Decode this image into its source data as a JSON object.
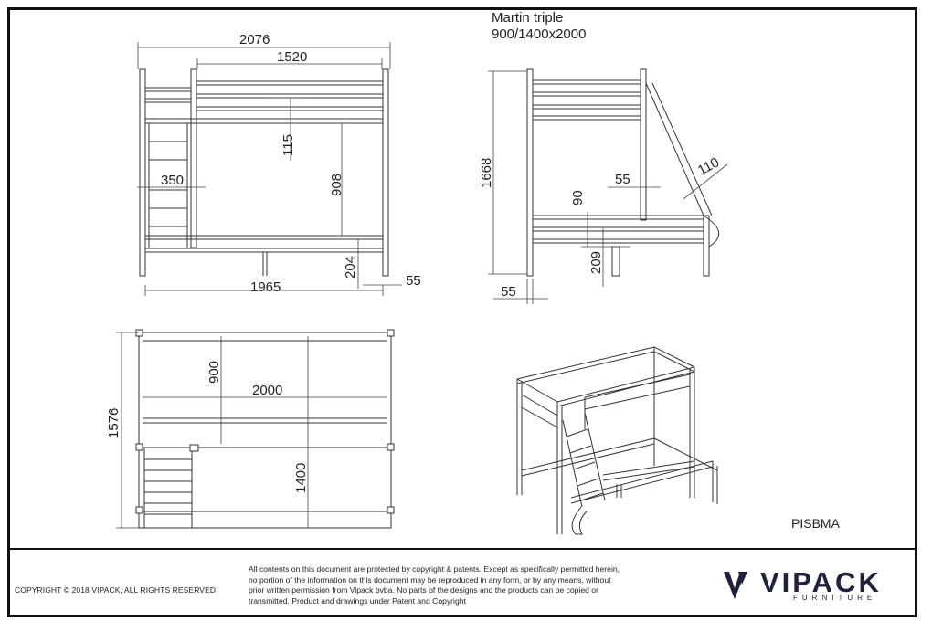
{
  "title": {
    "model": "Martin triple",
    "size": "900/1400x2000"
  },
  "dimensions": {
    "front_total_width": "2076",
    "front_top_width": "1520",
    "front_rail_gap": "115",
    "front_clearance": "908",
    "front_ladder_width": "350",
    "front_base_width": "1965",
    "front_lower_height": "204",
    "front_post": "55",
    "side_height": "1668",
    "side_post_inner": "55",
    "side_rail": "90",
    "side_ladder": "110",
    "side_lower": "209",
    "side_post": "55",
    "plan_depth": "1576",
    "plan_top_width": "900",
    "plan_length": "2000",
    "plan_bottom_width": "1400"
  },
  "product_code": "PISBMA",
  "footer": {
    "copyright": "COPYRIGHT  © 2018 VIPACK, ALL RIGHTS RESERVED",
    "disclaimer_lines": [
      "All contents on this document are protected by copyright & patents. Except as specifically permitted herein,",
      "no portion of the information on this document may be reproduced in any form, or by any means, without",
      "prior written permission from Vipack bvba. No parts of the designs and the products can be copied or",
      "transmitted. Product and drawings under Patent and Copyright"
    ],
    "brand": "VIPACK",
    "brand_sub": "FURNITURE",
    "brand_color": "#1c2240"
  }
}
